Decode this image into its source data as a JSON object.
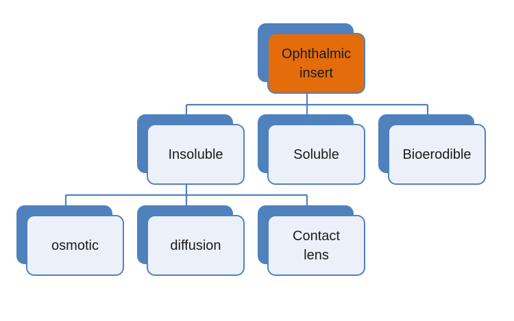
{
  "diagram": {
    "root": {
      "label": "Ophthalmic\ninsert"
    },
    "level1": [
      {
        "label": "Insoluble"
      },
      {
        "label": "Soluble"
      },
      {
        "label": "Bioerodible"
      }
    ],
    "level2": [
      {
        "label": "osmotic"
      },
      {
        "label": "diffusion"
      },
      {
        "label": "Contact\nlens"
      }
    ]
  },
  "colors": {
    "node_back": "#4f81bd",
    "node_fill": "#ecf1f9",
    "root_fill": "#e46c0a",
    "connector": "#4f81bd"
  }
}
